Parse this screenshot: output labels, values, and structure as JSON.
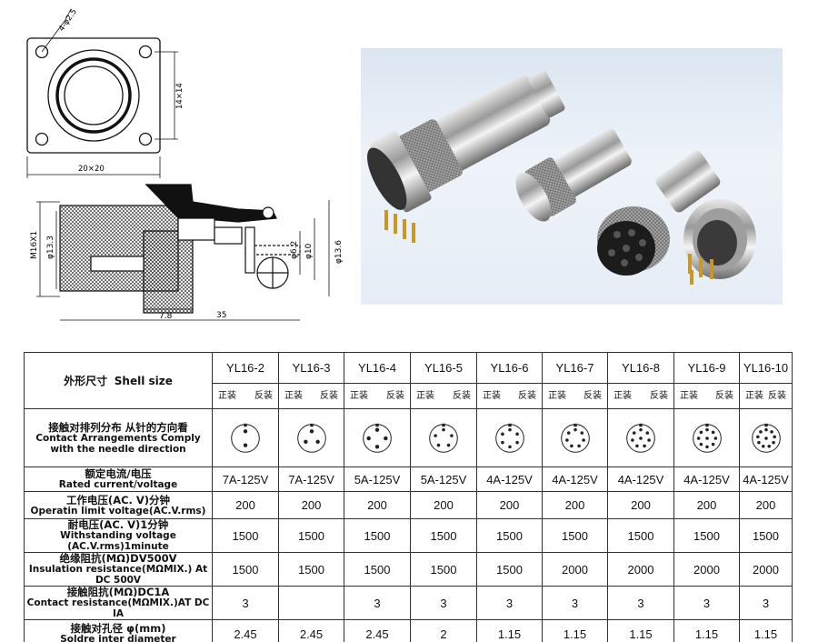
{
  "drawing": {
    "flange_holes": "4-φ2.5",
    "hole_spacing": "14×14",
    "flange_size": "20×20",
    "thread": "M16X1",
    "dia_13_3": "φ13.3",
    "dia_6_2": "φ6.2",
    "dia_10": "φ10",
    "dia_13_6": "φ13.6",
    "len_7_8": "7.8",
    "len_35": "35"
  },
  "table": {
    "shell_size_label_zh": "外形尺寸",
    "shell_size_label_en": "Shell size",
    "models": [
      "YL16-2",
      "YL16-3",
      "YL16-4",
      "YL16-5",
      "YL16-6",
      "YL16-7",
      "YL16-8",
      "YL16-9",
      "YL16-10"
    ],
    "front_label": "正装",
    "back_label": "反装",
    "rows": [
      {
        "label_zh": "接触对排列分布 从针的方向看",
        "label_en": "Contact Arrangements Comply with the needle direction",
        "pins": [
          2,
          3,
          4,
          5,
          6,
          7,
          8,
          9,
          10
        ]
      },
      {
        "label_zh": "额定电流/电压",
        "label_en": "Rated current/voltage",
        "values": [
          "7A-125V",
          "7A-125V",
          "5A-125V",
          "5A-125V",
          "4A-125V",
          "4A-125V",
          "4A-125V",
          "4A-125V",
          "4A-125V"
        ]
      },
      {
        "label_zh": "工作电压(AC. V)分钟",
        "label_en": "Operatin limit voltage(AC.V.rms)",
        "values": [
          "200",
          "200",
          "200",
          "200",
          "200",
          "200",
          "200",
          "200",
          "200"
        ]
      },
      {
        "label_zh": "耐电压(AC. V)1分钟",
        "label_en": "Withstanding voltage (AC.V.rms)1minute",
        "values": [
          "1500",
          "1500",
          "1500",
          "1500",
          "1500",
          "1500",
          "1500",
          "1500",
          "1500"
        ]
      },
      {
        "label_zh": "绝缘阻抗(MΩ)DV500V",
        "label_en": "Insulation resistance(MΩMIX.) At DC 500V",
        "values": [
          "1500",
          "1500",
          "1500",
          "1500",
          "1500",
          "2000",
          "2000",
          "2000",
          "2000"
        ]
      },
      {
        "label_zh": "接触阻抗(MΩ)DC1A",
        "label_en": "Contact resistance(MΩMIX.)AT DC IA",
        "values": [
          "3",
          "",
          "3",
          "3",
          "3",
          "3",
          "3",
          "3",
          "3"
        ]
      },
      {
        "label_zh": "接触对孔径 φ(mm)",
        "label_en": "Soldre inter diameter",
        "values": [
          "2.45",
          "2.45",
          "2.45",
          "2",
          "1.15",
          "1.15",
          "1.15",
          "1.15",
          "1.15"
        ]
      }
    ]
  }
}
